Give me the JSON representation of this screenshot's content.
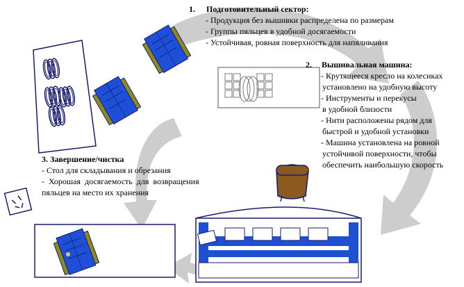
{
  "sections": {
    "prep": {
      "number": "1.",
      "title": "Подготовительный сектор:",
      "lines": [
        "- Продукция без вышивки распределена по размерам",
        "- Группы пяльцев в удобной досягаемости",
        "- Устойчивая, ровная поверхность для напяливания"
      ]
    },
    "machine": {
      "number": "2.",
      "title": "Вышивальная машина:",
      "lines": [
        "- Крутящееся кресло на колесиках",
        "установлено на удобную высоту",
        "- Инструменты и перекусы",
        "в удобной близости",
        "- Нити расположены рядом для",
        "быстрой и удобной установки",
        "-  Машина установлена на ровной",
        "устойчивой поверхности, чтобы",
        "обеспечить наибольшую скорость"
      ]
    },
    "finish": {
      "title": "3. Завершение/чистка",
      "lines": [
        "-  Стол для складывания и обрезания",
        "-  Хорошая  досягаемость  для  возвращения",
        "пяльцев на место их хранения"
      ]
    }
  },
  "colors": {
    "outline": "#1a1a6e",
    "shirt_blue": "#1f4fd8",
    "olive": "#8c8c1e",
    "arrow_gray": "#c8c8c8",
    "machine_blue": "#1e50d2",
    "chair_brown": "#8b5a1e"
  }
}
